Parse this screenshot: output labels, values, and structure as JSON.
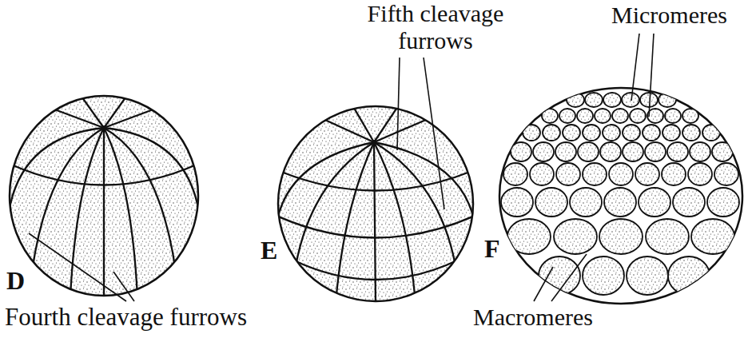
{
  "diagram": {
    "labels": [
      "Fifth cleavage furrows",
      "Micromeres",
      "E",
      "F",
      "D",
      "Macromeres",
      "Fourth cleavage furrows"
    ]
  }
}
